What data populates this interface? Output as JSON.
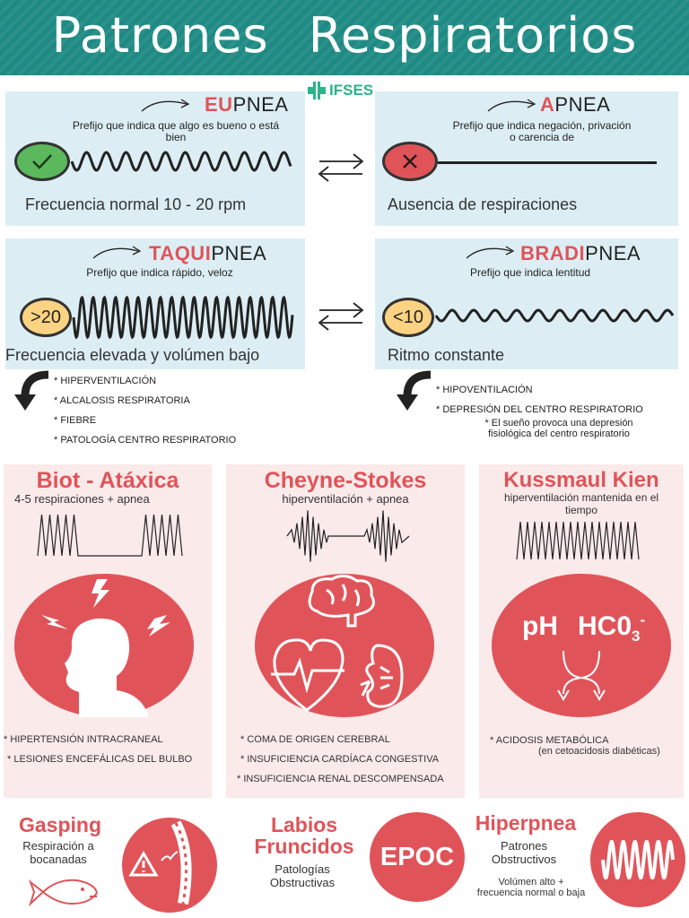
{
  "header": {
    "title": "Patrones Respiratorios"
  },
  "logo": {
    "text": "IFSES"
  },
  "eupnea": {
    "prefix": "EU",
    "root": "PNEA",
    "desc": "Prefijo que indica que algo es bueno o está bien",
    "caption": "Frecuencia normal 10 - 20 rpm"
  },
  "apnea": {
    "prefix": "A",
    "root": "PNEA",
    "desc": "Prefijo que indica negación, privación o carencia de",
    "caption": "Ausencia de respiraciones"
  },
  "taquipnea": {
    "prefix": "TAQUI",
    "root": "PNEA",
    "desc": "Prefijo que indica rápido, veloz",
    "badge": ">20",
    "caption": "Frecuencia elevada y volúmen bajo",
    "bullets": [
      "* HIPERVENTILACIÓN",
      "* ALCALOSIS RESPIRATORIA",
      "* FIEBRE",
      "* PATOLOGÍA CENTRO RESPIRATORIO"
    ]
  },
  "bradipnea": {
    "prefix": "BRADI",
    "root": "PNEA",
    "desc": "Prefijo que indica lentitud",
    "badge": "<10",
    "caption": "Ritmo constante",
    "bullets": [
      "* HIPOVENTILACIÓN",
      "* DEPRESIÓN DEL CENTRO RESPIRATORIO"
    ],
    "note": "* El sueño provoca una depresión fisiológica  del centro respiratorio"
  },
  "biot": {
    "title": "Biot - Atáxica",
    "sub": "4-5 respiraciones + apnea",
    "items": [
      "* HIPERTENSIÓN INTRACRANEAL",
      "* LESIONES ENCEFÁLICAS DEL BULBO"
    ]
  },
  "cheyne": {
    "title": "Cheyne-Stokes",
    "sub": "hiperventilación + apnea",
    "items": [
      "* COMA DE ORIGEN CEREBRAL",
      "* INSUFICIENCIA CARDÍACA CONGESTIVA",
      "* INSUFICIENCIA RENAL DESCOMPENSADA"
    ]
  },
  "kussmaul": {
    "title": "Kussmaul Kien",
    "sub": "hiperventilación mantenida en el tiempo",
    "ph": "pH",
    "hco3": "HC0",
    "hco3_sub": "3",
    "hco3_sup": "-",
    "item": "* ACIDOSIS METABÓLICA",
    "item_note": "(en cetoacidosis diabéticas)"
  },
  "gasping": {
    "title": "Gasping",
    "sub": "Respiración a bocanadas"
  },
  "labios": {
    "title": "Labios Fruncidos",
    "sub": "Patologías Obstructivas",
    "badge": "EPOC"
  },
  "hiperpnea": {
    "title": "Hiperpnea",
    "sub": "Patrones Obstructivos",
    "note": "Volúmen alto + frecuencia normal o baja"
  },
  "colors": {
    "teal": "#1f8a84",
    "red": "#e05459",
    "card": "#dceef4",
    "panel": "#fbeaea",
    "green": "#5cb85c"
  },
  "icons": [
    "check-icon",
    "cross-icon",
    "swap-arrows-icon",
    "curved-arrow-icon",
    "head-lightning-icon",
    "brain-icon",
    "heart-icon",
    "kidney-icon",
    "crossing-arrows-icon",
    "warning-icon",
    "fish-icon",
    "wave-icon"
  ]
}
